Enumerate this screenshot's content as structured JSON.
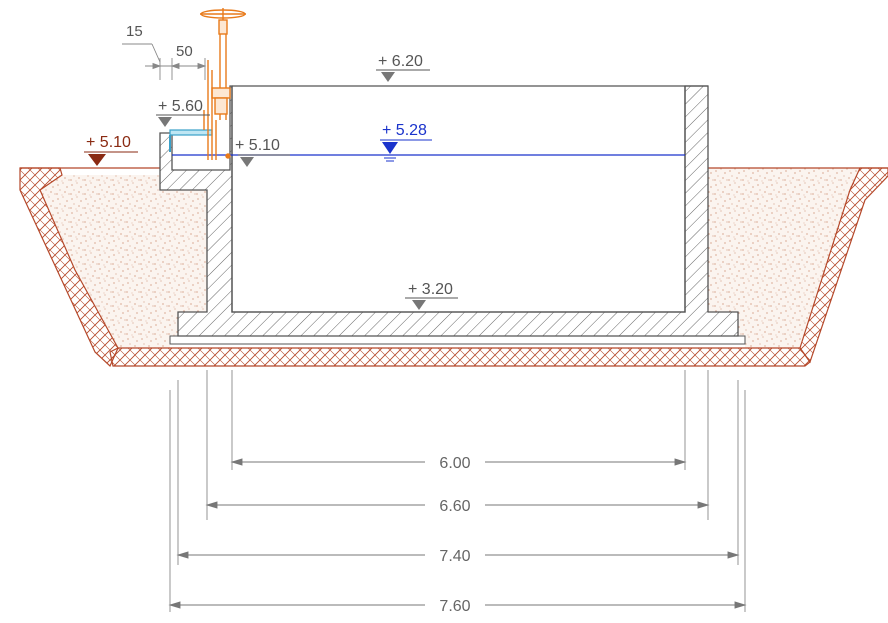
{
  "levels": {
    "top_wall": "+ 6.20",
    "channel_top": "+ 5.60",
    "ground": "+ 5.10",
    "channel_floor": "+ 5.10",
    "water": "+ 5.28",
    "tank_floor": "+ 3.20"
  },
  "dimensions": {
    "inner": "6.00",
    "outer_walls": "6.60",
    "slab": "7.40",
    "blinding": "7.60",
    "wall_thickness_small": "15",
    "wall_gap": "50"
  },
  "colors": {
    "structure": "#555555",
    "soil": "#b5482a",
    "water": "#1a33cc",
    "valve": "#e87a1a",
    "channel": "#3aa0c8",
    "ground_marker": "#8a2a12",
    "dimension": "#666666"
  }
}
